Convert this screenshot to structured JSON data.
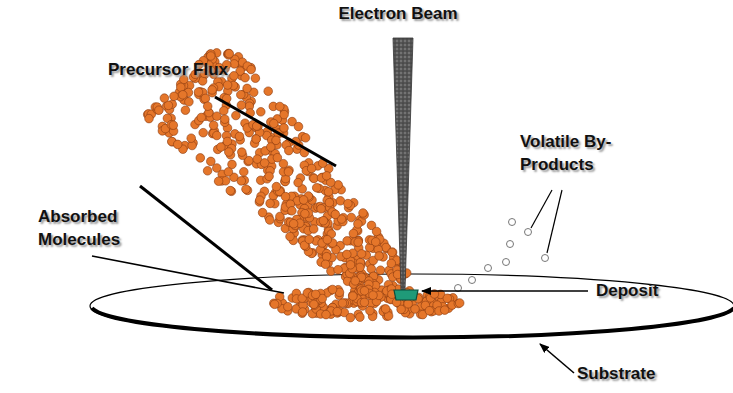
{
  "diagram": {
    "labels": [
      "Electron Beam",
      "Precursor Flux",
      "Volatile By-Products",
      "Absorbed Molecules",
      "Deposit",
      "Substrate"
    ]
  }
}
